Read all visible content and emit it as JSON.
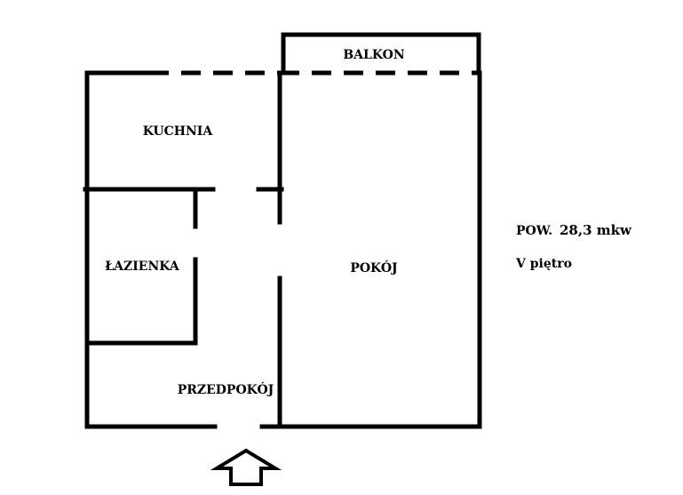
{
  "rooms": {
    "balkon": "BALKON",
    "kuchnia": "KUCHNIA",
    "lazienka": "ŁAZIENKA",
    "pokoj": "POKÓJ",
    "przedpokoj": "PRZEDPOKÓJ"
  },
  "info": {
    "area_label": "POW.",
    "area_value": "28,3 mkw",
    "floor": "V piętro"
  },
  "icons": {
    "entrance": "entrance-arrow-icon"
  },
  "colors": {
    "walls": "#000000",
    "background": "#ffffff"
  }
}
